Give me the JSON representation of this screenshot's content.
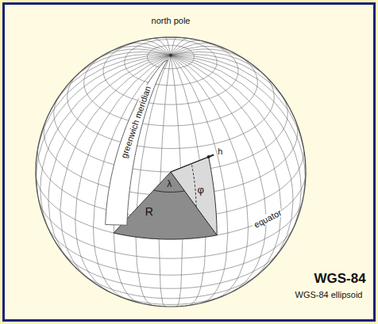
{
  "diagram": {
    "labels": [
      "north pole",
      "greenwich meridian",
      "λ",
      "φ",
      "h",
      "R",
      "equator",
      "WGS-84",
      "WGS-84 ellipsoid"
    ]
  }
}
